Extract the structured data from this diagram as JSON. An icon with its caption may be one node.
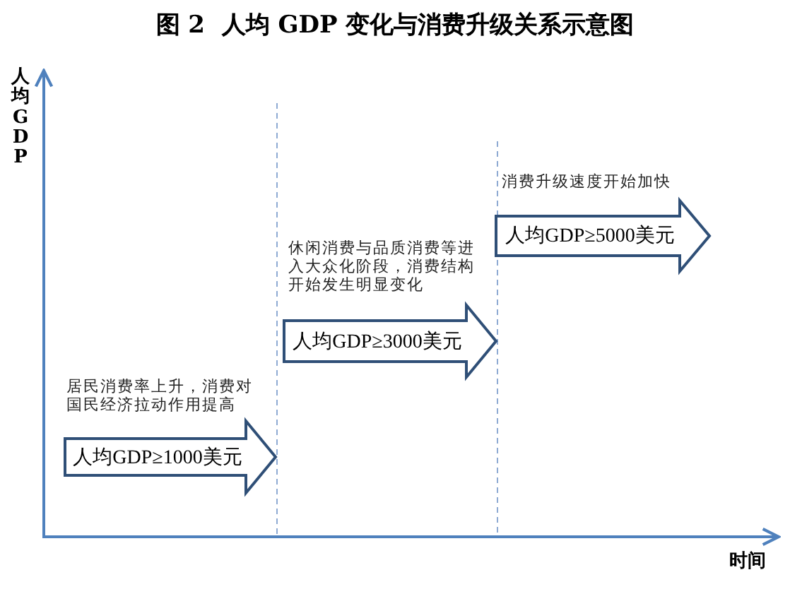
{
  "diagram": {
    "title": "图 2  人均 GDP 变化与消费升级关系示意图",
    "nodes": [
      {
        "text": [
          "人均GDP≥1000美元"
        ],
        "beside": [
          "居民消费率上升，消费对国民经济拉动作用提高"
        ]
      },
      {
        "text": [
          "人均GDP≥3000美元"
        ],
        "beside": [
          "休闲消费与品质消费等进入大众化阶段，消费结构开始发生明显变化"
        ]
      },
      {
        "text": [
          "人均GDP≥5000美元"
        ],
        "beside": [
          "消费升级速度开始加快"
        ]
      }
    ],
    "labels": [
      "人均GDP",
      "时间"
    ]
  }
}
